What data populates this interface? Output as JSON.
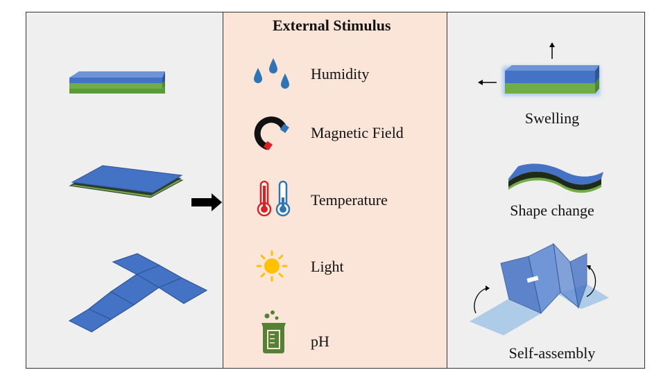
{
  "center": {
    "title": "External Stimulus",
    "stimuli": [
      {
        "label": "Humidity",
        "icon": "water-drops-icon"
      },
      {
        "label": "Magnetic Field",
        "icon": "magnet-icon"
      },
      {
        "label": "Temperature",
        "icon": "thermometers-icon"
      },
      {
        "label": "Light",
        "icon": "sun-icon"
      },
      {
        "label": "pH",
        "icon": "beaker-icon"
      }
    ]
  },
  "right": {
    "responses": [
      {
        "label": "Swelling"
      },
      {
        "label": "Shape change"
      },
      {
        "label": "Self-assembly"
      }
    ]
  },
  "colors": {
    "blue_layer": "#4472c4",
    "green_layer": "#70ad47",
    "center_bg": "#fbe5d8",
    "side_bg": "#efefef",
    "hot_red": "#e02020",
    "cold_blue": "#2e75b6",
    "sun_yellow": "#ffc000",
    "beaker_green": "#548235"
  }
}
